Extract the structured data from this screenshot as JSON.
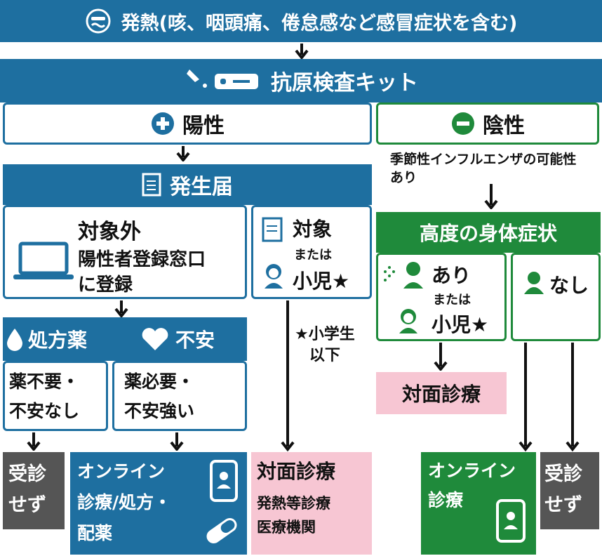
{
  "top": {
    "title": "発熱(咳、咽頭痛、倦怠感など感冒症状を含む)",
    "icon": "thermometer-mouth-icon"
  },
  "test": {
    "title": "抗原検査キット",
    "icon": "antigen-test-kit-icon"
  },
  "positive": {
    "label": "陽性",
    "icon": "plus-circle-icon"
  },
  "negative": {
    "label": "陰性",
    "icon": "minus-circle-icon",
    "note": "季節性インフルエンザの可能性あり"
  },
  "report": {
    "title": "発生届",
    "icon": "document-icon"
  },
  "not_target": {
    "title": "対象外",
    "lines": [
      "陽性者登録窓口",
      "に登録"
    ],
    "icon": "laptop-icon"
  },
  "target": {
    "line1": "対象",
    "line2": "または",
    "line3": "小児★",
    "footnote": "★小学生\n以下"
  },
  "prescription": {
    "label": "処方薬",
    "icon": "drop-icon"
  },
  "anxiety": {
    "label": "不安",
    "icon": "heart-icon"
  },
  "no_med": {
    "text": "薬不要・\n不安なし"
  },
  "need_med": {
    "text": "薬必要・\n不安強い"
  },
  "no_visit_left": {
    "text": "受診\nせず"
  },
  "online_left": {
    "text": "オンライン\n診療/処方・\n配薬"
  },
  "face_left": {
    "title": "対面診療",
    "sub": "発熱等診療\n医療機関"
  },
  "severe": {
    "title": "高度の身体症状"
  },
  "yes": {
    "line1": "あり",
    "line2": "または",
    "line3": "小児★"
  },
  "no": {
    "label": "なし"
  },
  "face_right": {
    "title": "対面診療"
  },
  "online_right": {
    "text": "オンライン\n診療"
  },
  "no_visit_right": {
    "text": "受診\nせず"
  },
  "colors": {
    "blue": "#1e6fa0",
    "green": "#1f8a3b",
    "pink": "#f7c6d3",
    "gray": "#555555"
  }
}
